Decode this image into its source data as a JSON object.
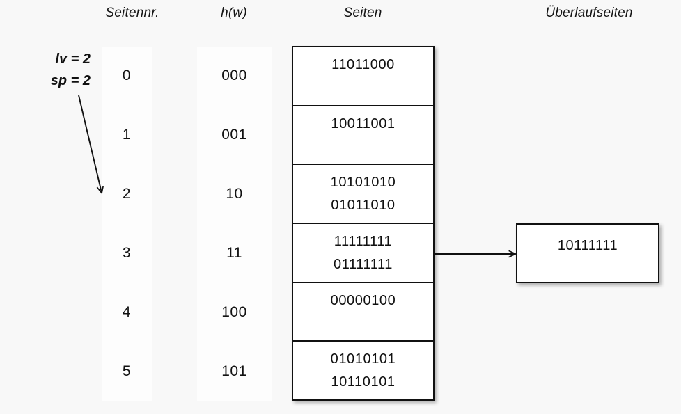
{
  "background_color": "#f8f8f8",
  "headers": {
    "seitennr": "Seitennr.",
    "hw": "h(w)",
    "seiten": "Seiten",
    "ueberlaufseiten": "Überlaufseiten"
  },
  "params": {
    "lv": "lv = 2",
    "sp": "sp = 2"
  },
  "page_numbers": [
    "0",
    "1",
    "2",
    "3",
    "4",
    "5"
  ],
  "hash_values": [
    "000",
    "001",
    "10",
    "11",
    "100",
    "101"
  ],
  "pages": [
    {
      "entries": [
        "11011000"
      ]
    },
    {
      "entries": [
        "10011001"
      ]
    },
    {
      "entries": [
        "10101010",
        "01011010"
      ]
    },
    {
      "entries": [
        "11111111",
        "01111111"
      ]
    },
    {
      "entries": [
        "00000100"
      ]
    },
    {
      "entries": [
        "01010101",
        "10110101"
      ]
    }
  ],
  "overflow_pages": [
    {
      "entries": [
        "10111111"
      ]
    }
  ],
  "arrows": {
    "split_pointer": {
      "from_label": "sp = 2",
      "to_row": "2",
      "icon": "diagonal-arrow-icon"
    },
    "overflow_link": {
      "from_row": "3",
      "to": "10111111",
      "icon": "horizontal-arrow-icon"
    }
  }
}
